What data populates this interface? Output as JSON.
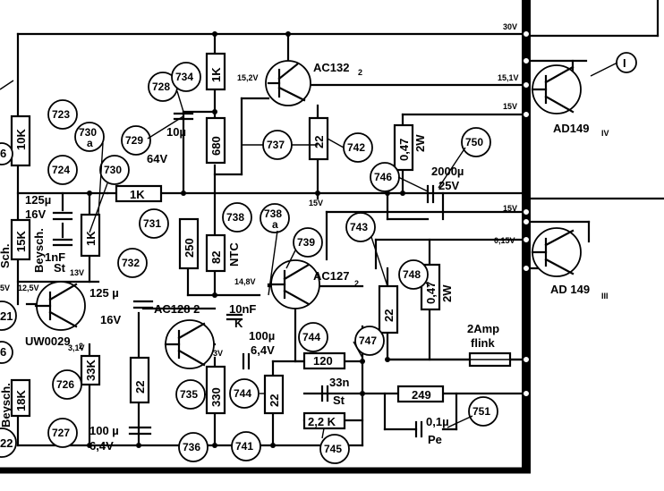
{
  "supply_labels": {
    "v30": "30V",
    "v15_1": "15,1V",
    "v15a": "15V",
    "v15b": "15V",
    "v15c": "15V",
    "v015": "0,15V"
  },
  "node_voltages": {
    "n15_2": "15,2V",
    "n13": "13V",
    "n12_5": "12,5V",
    "n5": "5V",
    "n3_1": "3,1V",
    "n3": "3V",
    "n14_8": "14,8V"
  },
  "transistors": {
    "t_ac132": "AC132",
    "t_ac132_sub": "2",
    "t_ad149iv": "AD149",
    "t_ad149iv_sub": "IV",
    "t_ad149iii": "AD 149",
    "t_ad149iii_sub": "III",
    "t_ac127": "AC127",
    "t_ac127_sub": "2",
    "t_ac128": "AC128 2",
    "t_uw0029": "UW0029",
    "t_uw0029_sub": "2"
  },
  "resistors": {
    "r10k": "10K",
    "r1k_top": "1K",
    "r680": "680",
    "r22_742": "22",
    "r047a": "0,47",
    "r2w_a": "2W",
    "r1k_mid": "1K",
    "r1k_vert": "1K",
    "r15k": "15K",
    "r250": "250",
    "r82": "82",
    "ntc": "NTC",
    "r22_743": "22",
    "r047b": "0,47",
    "r2w_b": "2W",
    "r33k": "33K",
    "r18k": "18K",
    "r22_736": "22",
    "r330": "330",
    "r22_744": "22",
    "r120": "120",
    "r22k": "2,2 K",
    "r249": "249"
  },
  "capacitors": {
    "c10u": "10µ",
    "c64v_a": "64V",
    "c125u_a": "125µ",
    "c16v_a": "16V",
    "c1nf": "1nF",
    "st_a": "St",
    "c2000u": "2000µ",
    "c25v": "25V",
    "c125u_b": "125 µ",
    "c16v_b": "16V",
    "c10nf": "10nF",
    "k": "K",
    "c100u_a": "100µ",
    "c64v_b": "6,4V",
    "c100u_b": "100 µ",
    "c64v_c": "6,4V",
    "c33n": "33n",
    "st_b": "St",
    "c01u": "0,1µ",
    "pe": "Pe"
  },
  "fuse": {
    "rating": "2Amp",
    "type": "flink"
  },
  "labels": {
    "beysch_a": "Beysch.",
    "beysch_b": "Beysch.",
    "roman_i": "I",
    "frag_a": "6",
    "frag_b": "6",
    "frag_c": "21",
    "frag_d": "22",
    "frag_e": "Sch."
  },
  "callouts": {
    "c723": "723",
    "c724": "724",
    "c726": "726",
    "c727": "727",
    "c728": "728",
    "c729": "729",
    "c730": "730",
    "c730a": "730",
    "c730a_sub": "a",
    "c731": "731",
    "c732": "732",
    "c734": "734",
    "c735": "735",
    "c736": "736",
    "c737": "737",
    "c738": "738",
    "c738a": "738",
    "c738a_sub": "a",
    "c739": "739",
    "c741": "741",
    "c742": "742",
    "c743": "743",
    "c744": "744",
    "c744b": "744",
    "c745": "745",
    "c746": "746",
    "c747": "747",
    "c748": "748",
    "c750": "750",
    "c751": "751"
  }
}
